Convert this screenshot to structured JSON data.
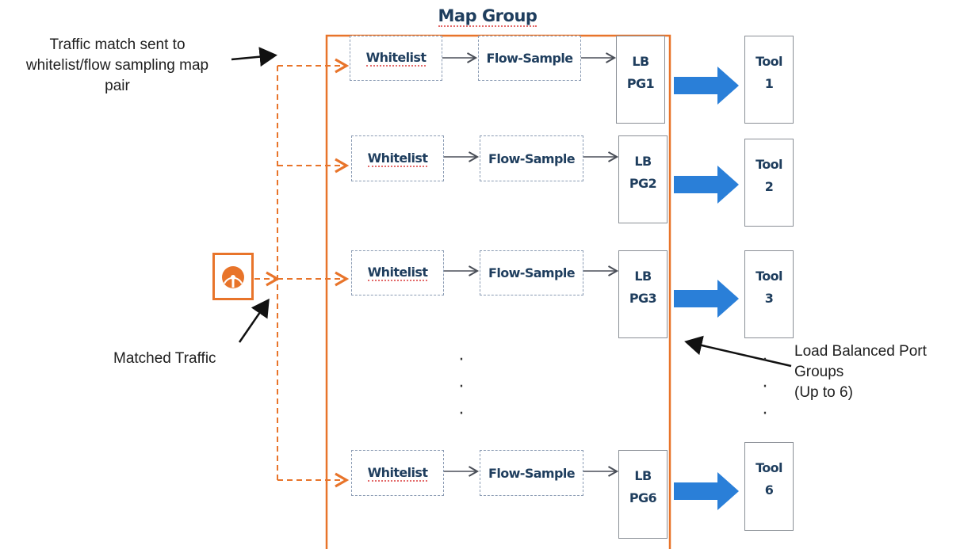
{
  "title": "Map Group",
  "colors": {
    "orange": "#e8742a",
    "navy_text": "#1f3e5e",
    "arrow_blue": "#2a7fd8",
    "dashed_border": "#8a9bb3"
  },
  "annotations": {
    "traffic_match": [
      "Traffic match sent to",
      "whitelist/flow sampling map",
      "pair"
    ],
    "matched_traffic": "Matched Traffic",
    "load_balanced": [
      "Load Balanced Port",
      "Groups",
      "(Up to 6)"
    ]
  },
  "probe_icon": "network-tap-icon",
  "rows": [
    {
      "whitelist": "Whitelist",
      "flow_sample": "Flow-Sample",
      "lb": [
        "LB",
        "PG1"
      ],
      "tool": [
        "Tool",
        "1"
      ]
    },
    {
      "whitelist": "Whitelist",
      "flow_sample": "Flow-Sample",
      "lb": [
        "LB",
        "PG2"
      ],
      "tool": [
        "Tool",
        "2"
      ]
    },
    {
      "whitelist": "Whitelist",
      "flow_sample": "Flow-Sample",
      "lb": [
        "LB",
        "PG3"
      ],
      "tool": [
        "Tool",
        "3"
      ]
    },
    {
      "whitelist": "Whitelist",
      "flow_sample": "Flow-Sample",
      "lb": [
        "LB",
        "PG6"
      ],
      "tool": [
        "Tool",
        "6"
      ]
    }
  ]
}
